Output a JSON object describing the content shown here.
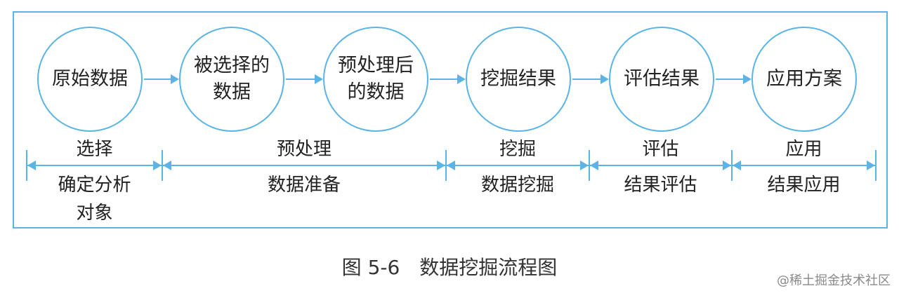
{
  "diagram": {
    "nodes": [
      {
        "label": "原始数据"
      },
      {
        "label": "被选择的\n数据"
      },
      {
        "label": "预处理后\n的数据"
      },
      {
        "label": "挖掘结果"
      },
      {
        "label": "评估结果"
      },
      {
        "label": "应用方案"
      }
    ],
    "stages": [
      {
        "name": "选择",
        "description": "确定分析\n对象"
      },
      {
        "name": "预处理",
        "description": "数据准备"
      },
      {
        "name": "挖掘",
        "description": "数据挖掘"
      },
      {
        "name": "评估",
        "description": "结果评估"
      },
      {
        "name": "应用",
        "description": "结果应用"
      }
    ],
    "colors": {
      "accent": "#5ab4e6"
    }
  },
  "caption": "图 5-6　数据挖掘流程图",
  "watermark": "@稀土掘金技术社区"
}
